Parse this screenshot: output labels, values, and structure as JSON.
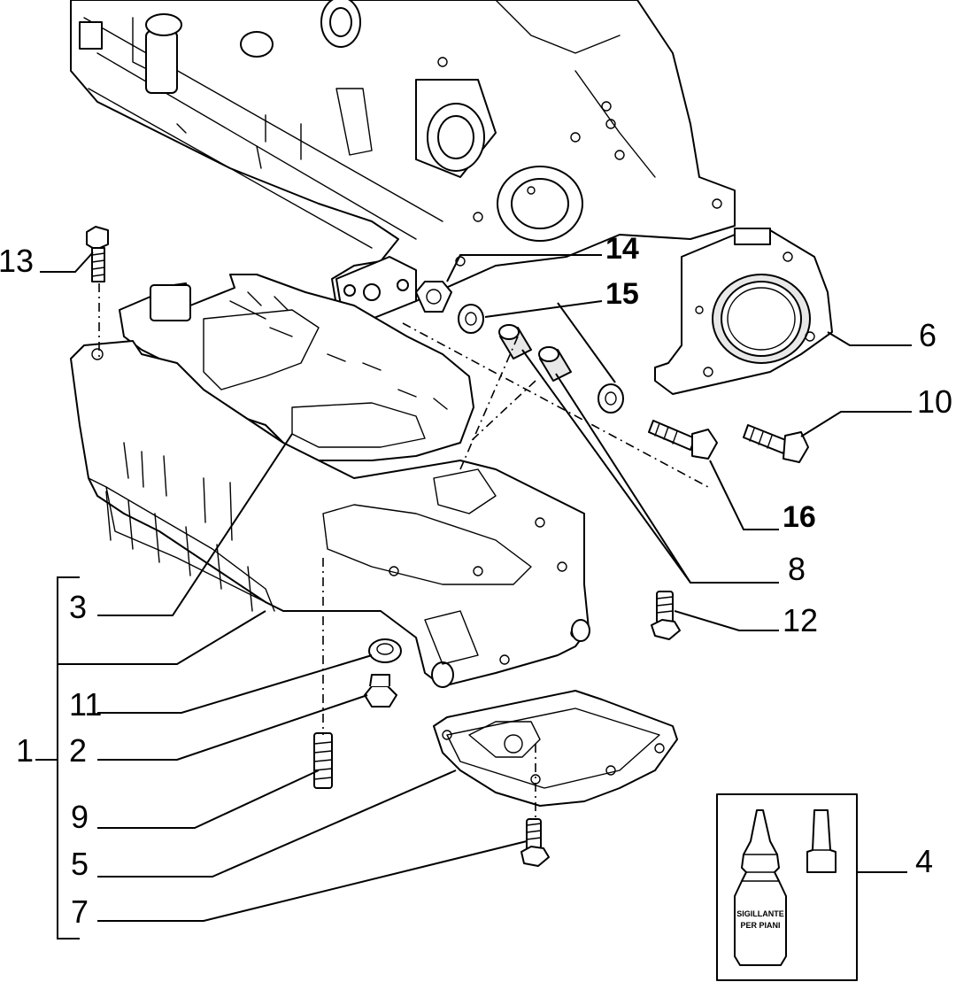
{
  "callouts": {
    "c1": "1",
    "c2": "2",
    "c3": "3",
    "c4": "4",
    "c5": "5",
    "c6": "6",
    "c7": "7",
    "c8": "8",
    "c9": "9",
    "c10": "10",
    "c11": "11",
    "c12": "12",
    "c13": "13",
    "c14": "14",
    "c15": "15",
    "c16": "16"
  },
  "sealant_tube": {
    "line1": "SIGILLANTE",
    "line2": "PER PIANI"
  }
}
